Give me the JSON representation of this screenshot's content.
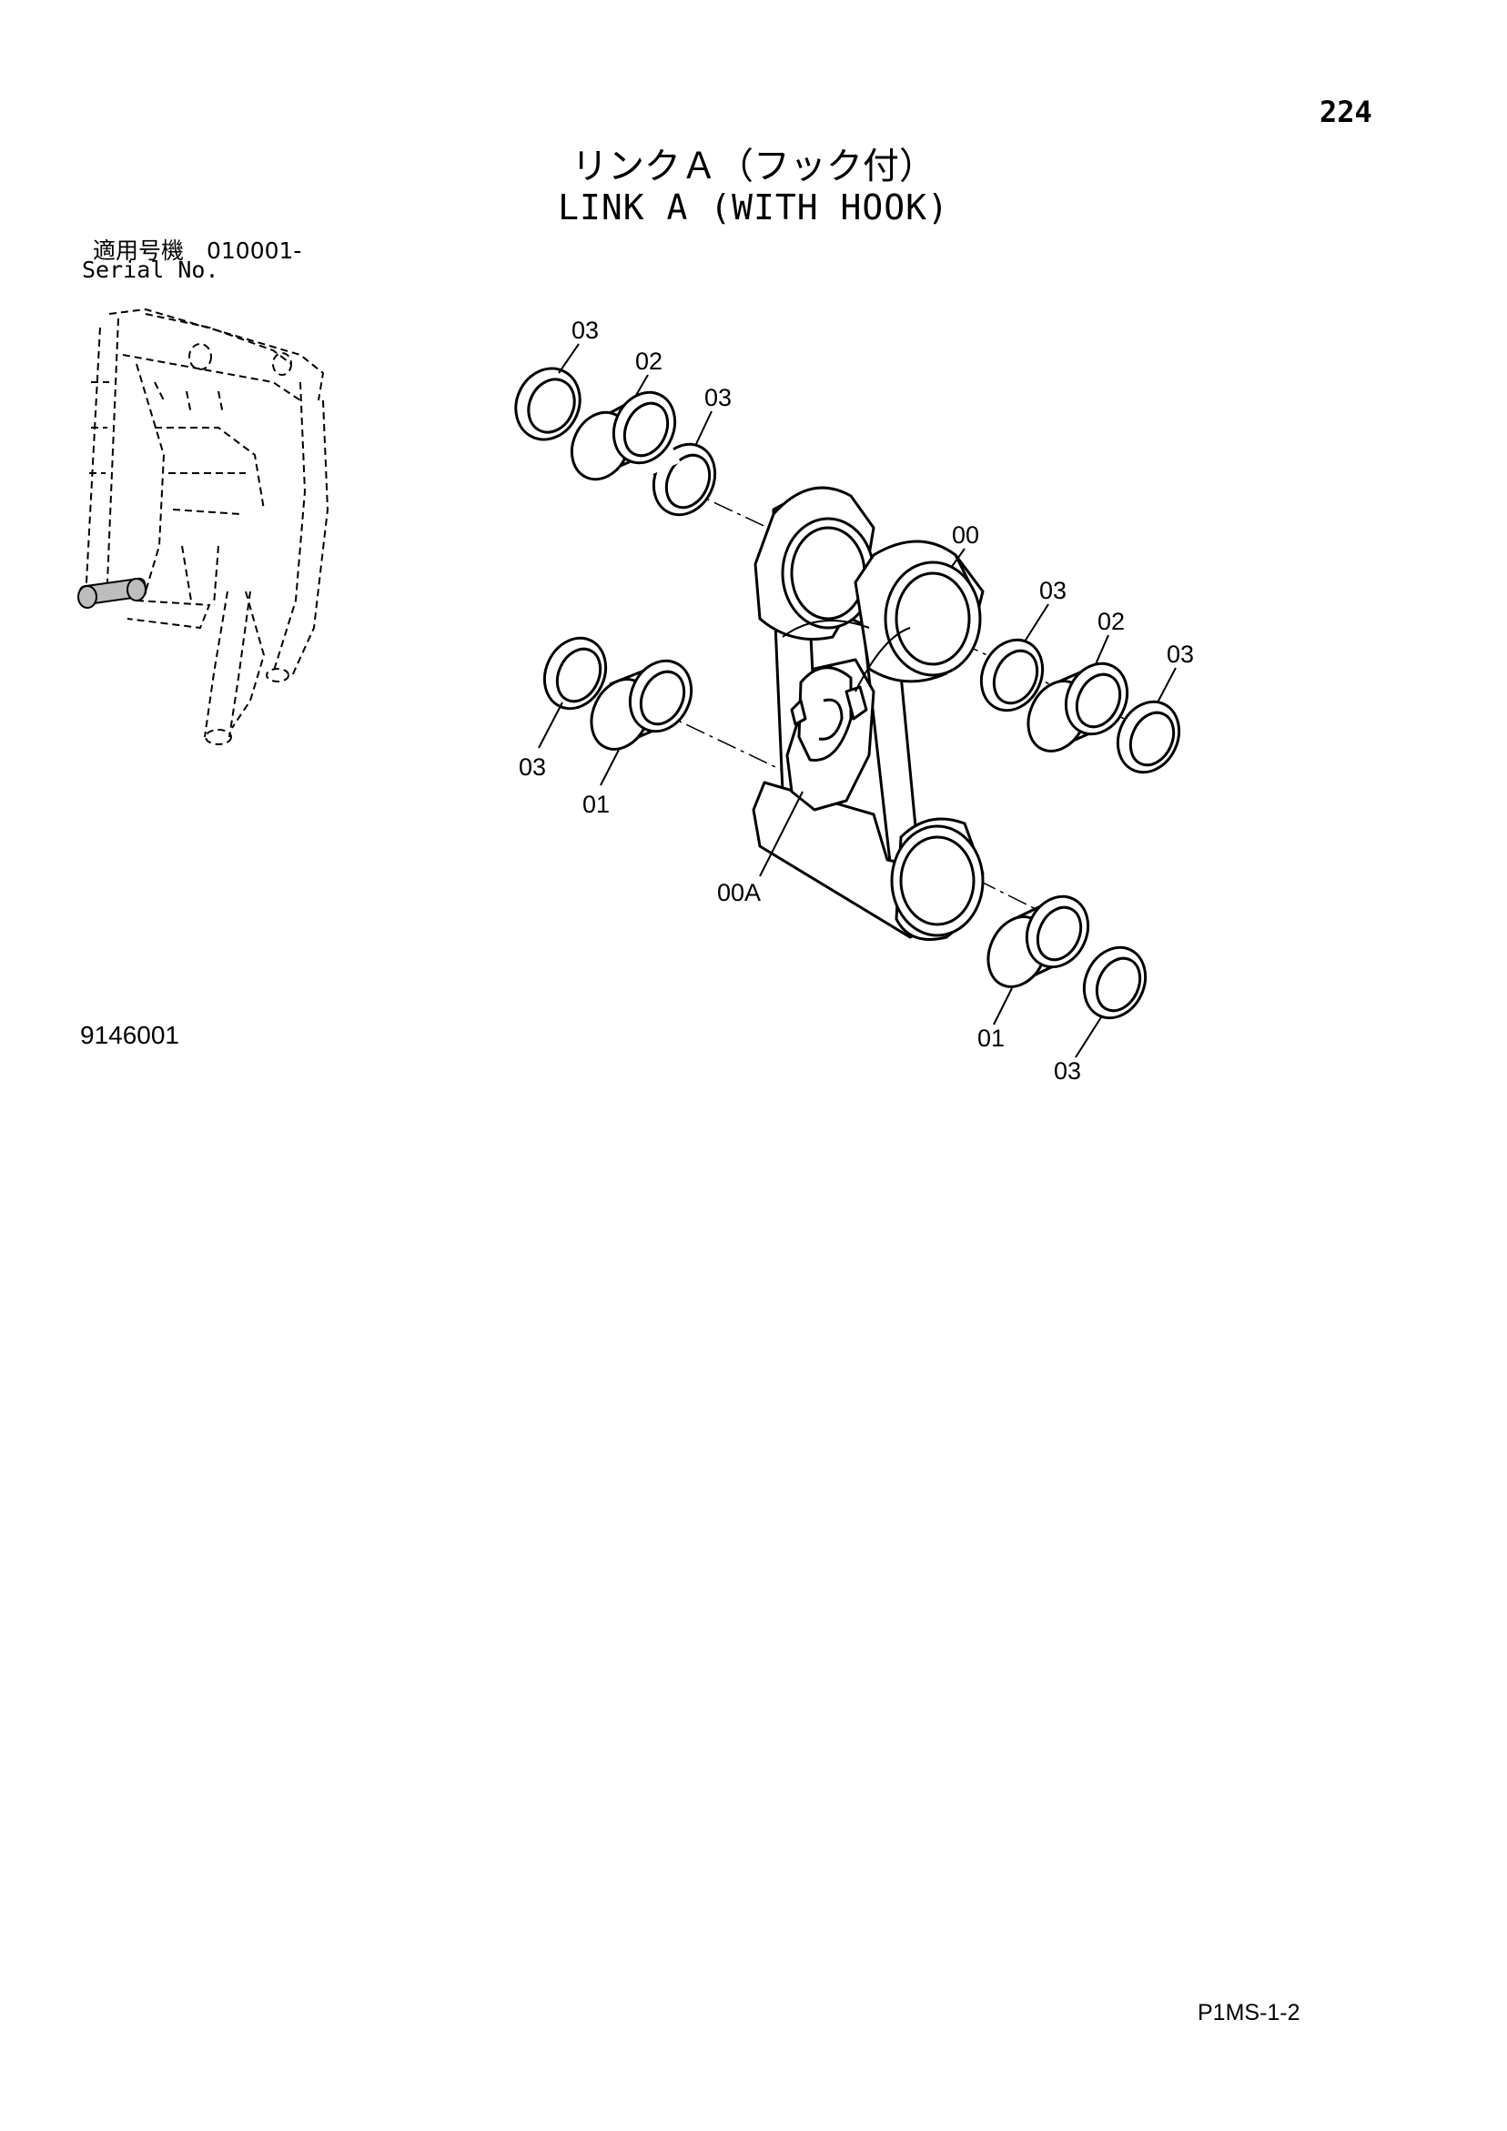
{
  "header": {
    "page_number": "224",
    "title_jp": "リンクＡ（フック付）",
    "title_en": "LINK A (WITH HOOK)"
  },
  "serial": {
    "label_jp": "適用号機　010001-",
    "label_en": "Serial No."
  },
  "drawing_number": "9146001",
  "footer_code": "P1MS-1-2",
  "callouts": {
    "c1": "03",
    "c2": "02",
    "c3": "03",
    "c4": "00",
    "c5": "03",
    "c6": "02",
    "c7": "03",
    "c8": "03",
    "c9": "01",
    "c10": "00A",
    "c11": "01",
    "c12": "03"
  }
}
